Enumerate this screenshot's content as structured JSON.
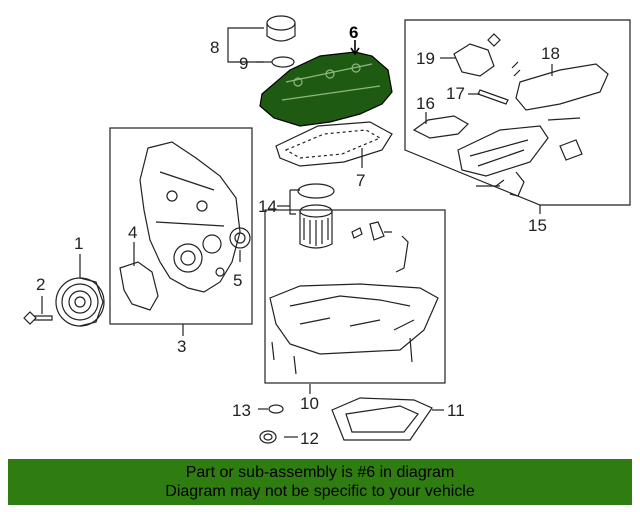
{
  "callouts": {
    "c1": "1",
    "c2": "2",
    "c3": "3",
    "c4": "4",
    "c5": "5",
    "c6": "6",
    "c7": "7",
    "c8": "8",
    "c9": "9",
    "c10": "10",
    "c11": "11",
    "c12": "12",
    "c13": "13",
    "c14": "14",
    "c15": "15",
    "c16": "16",
    "c17": "17",
    "c18": "18",
    "c19": "19"
  },
  "banner": {
    "line1": "Part or sub-assembly is #6 in diagram",
    "line2": "Diagram may not be specific to your vehicle"
  },
  "colors": {
    "highlight": "#1f5a12",
    "banner": "#2f7d10"
  }
}
